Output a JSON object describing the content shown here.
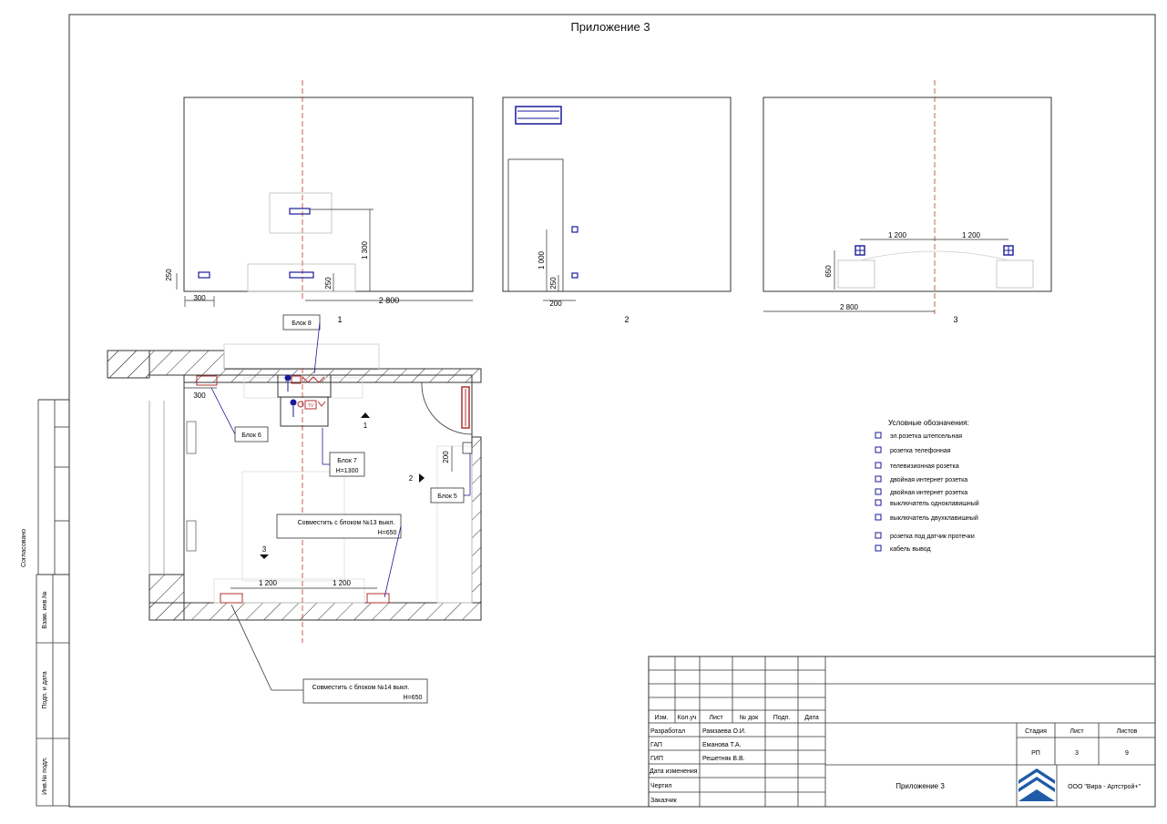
{
  "sheet_title": "Приложение 3",
  "elevations": {
    "e1": {
      "label": "1",
      "dims": {
        "h250": "250",
        "w300": "300",
        "h1300": "1 300",
        "h250b": "250",
        "w2800": "2 800"
      }
    },
    "e2": {
      "label": "2",
      "dims": {
        "h1000": "1 000",
        "h250": "250",
        "w200": "200"
      }
    },
    "e3": {
      "label": "3",
      "dims": {
        "h650": "650",
        "w1200a": "1 200",
        "w1200b": "1 200",
        "w2800": "2 800"
      }
    }
  },
  "plan": {
    "callouts": {
      "blok8": "Блок 8",
      "blok6": "Блок 6",
      "blok7": [
        "Блок 7",
        "Н=1300"
      ],
      "blok5": "Блок 5",
      "sovm13": [
        "Совместить с блоком №13 выкл.",
        "Н=650"
      ],
      "sovm14": [
        "Совместить с блоком №14 выкл.",
        "Н=650"
      ]
    },
    "dims": {
      "d300": "300",
      "d200": "200",
      "d1200a": "1 200",
      "d1200b": "1 200"
    },
    "view_markers": {
      "v1": "1",
      "v2": "2",
      "v3": "3"
    },
    "tv_label": "TV"
  },
  "legend": {
    "title": "Условные обозначения:",
    "items": [
      {
        "icon": "socket-icon",
        "text": "эл.розетка штепсельная"
      },
      {
        "icon": "phone-socket-icon",
        "text": "розетка  телефонная"
      },
      {
        "icon": "tv-socket-icon",
        "text": "телевизионная розетка"
      },
      {
        "icon": "double-internet-icon",
        "text": "двойная интернет розетка"
      },
      {
        "icon": "double-internet-icon",
        "text": "двойная интернет розетка"
      },
      {
        "icon": "switch-single-icon",
        "text": "выключатель  одноклавишный"
      },
      {
        "icon": "switch-double-icon",
        "text": "выключатель двухклавишный"
      },
      {
        "icon": "leak-sensor-icon",
        "text": "розетка под датчик протечки"
      },
      {
        "icon": "cable-icon",
        "text": "кабель вывод"
      }
    ]
  },
  "side_stamp": {
    "soglasovano": "Согласовано",
    "vzam": "Взам. инв.№",
    "podp": "Подп. и дата",
    "inv": "Инв.№ подл."
  },
  "title_block": {
    "headers": [
      "Изм.",
      "Кол.уч",
      "Лист",
      "№ док",
      "Подп.",
      "Дата"
    ],
    "roles": [
      {
        "role": "Разработал",
        "name": "Рамзаева О.И."
      },
      {
        "role": "ГАП",
        "name": "Еманова Т.А."
      },
      {
        "role": "ГИП",
        "name": "Решетняк В.В."
      },
      {
        "role": "Дата изменения",
        "name": ""
      },
      {
        "role": "Чертил",
        "name": ""
      },
      {
        "role": "Заказчик",
        "name": ""
      }
    ],
    "stage_headers": [
      "Стадия",
      "Лист",
      "Листов"
    ],
    "stage_values": [
      "РП",
      "3",
      "9"
    ],
    "doc_title": "Приложение 3",
    "company": "ООО \"Вира - Артстрой+\""
  },
  "colors": {
    "line": "#222222",
    "device": "#1a1a9a",
    "axis": "#c0392b",
    "radiator": "#b03030",
    "hatch": "#333333"
  }
}
